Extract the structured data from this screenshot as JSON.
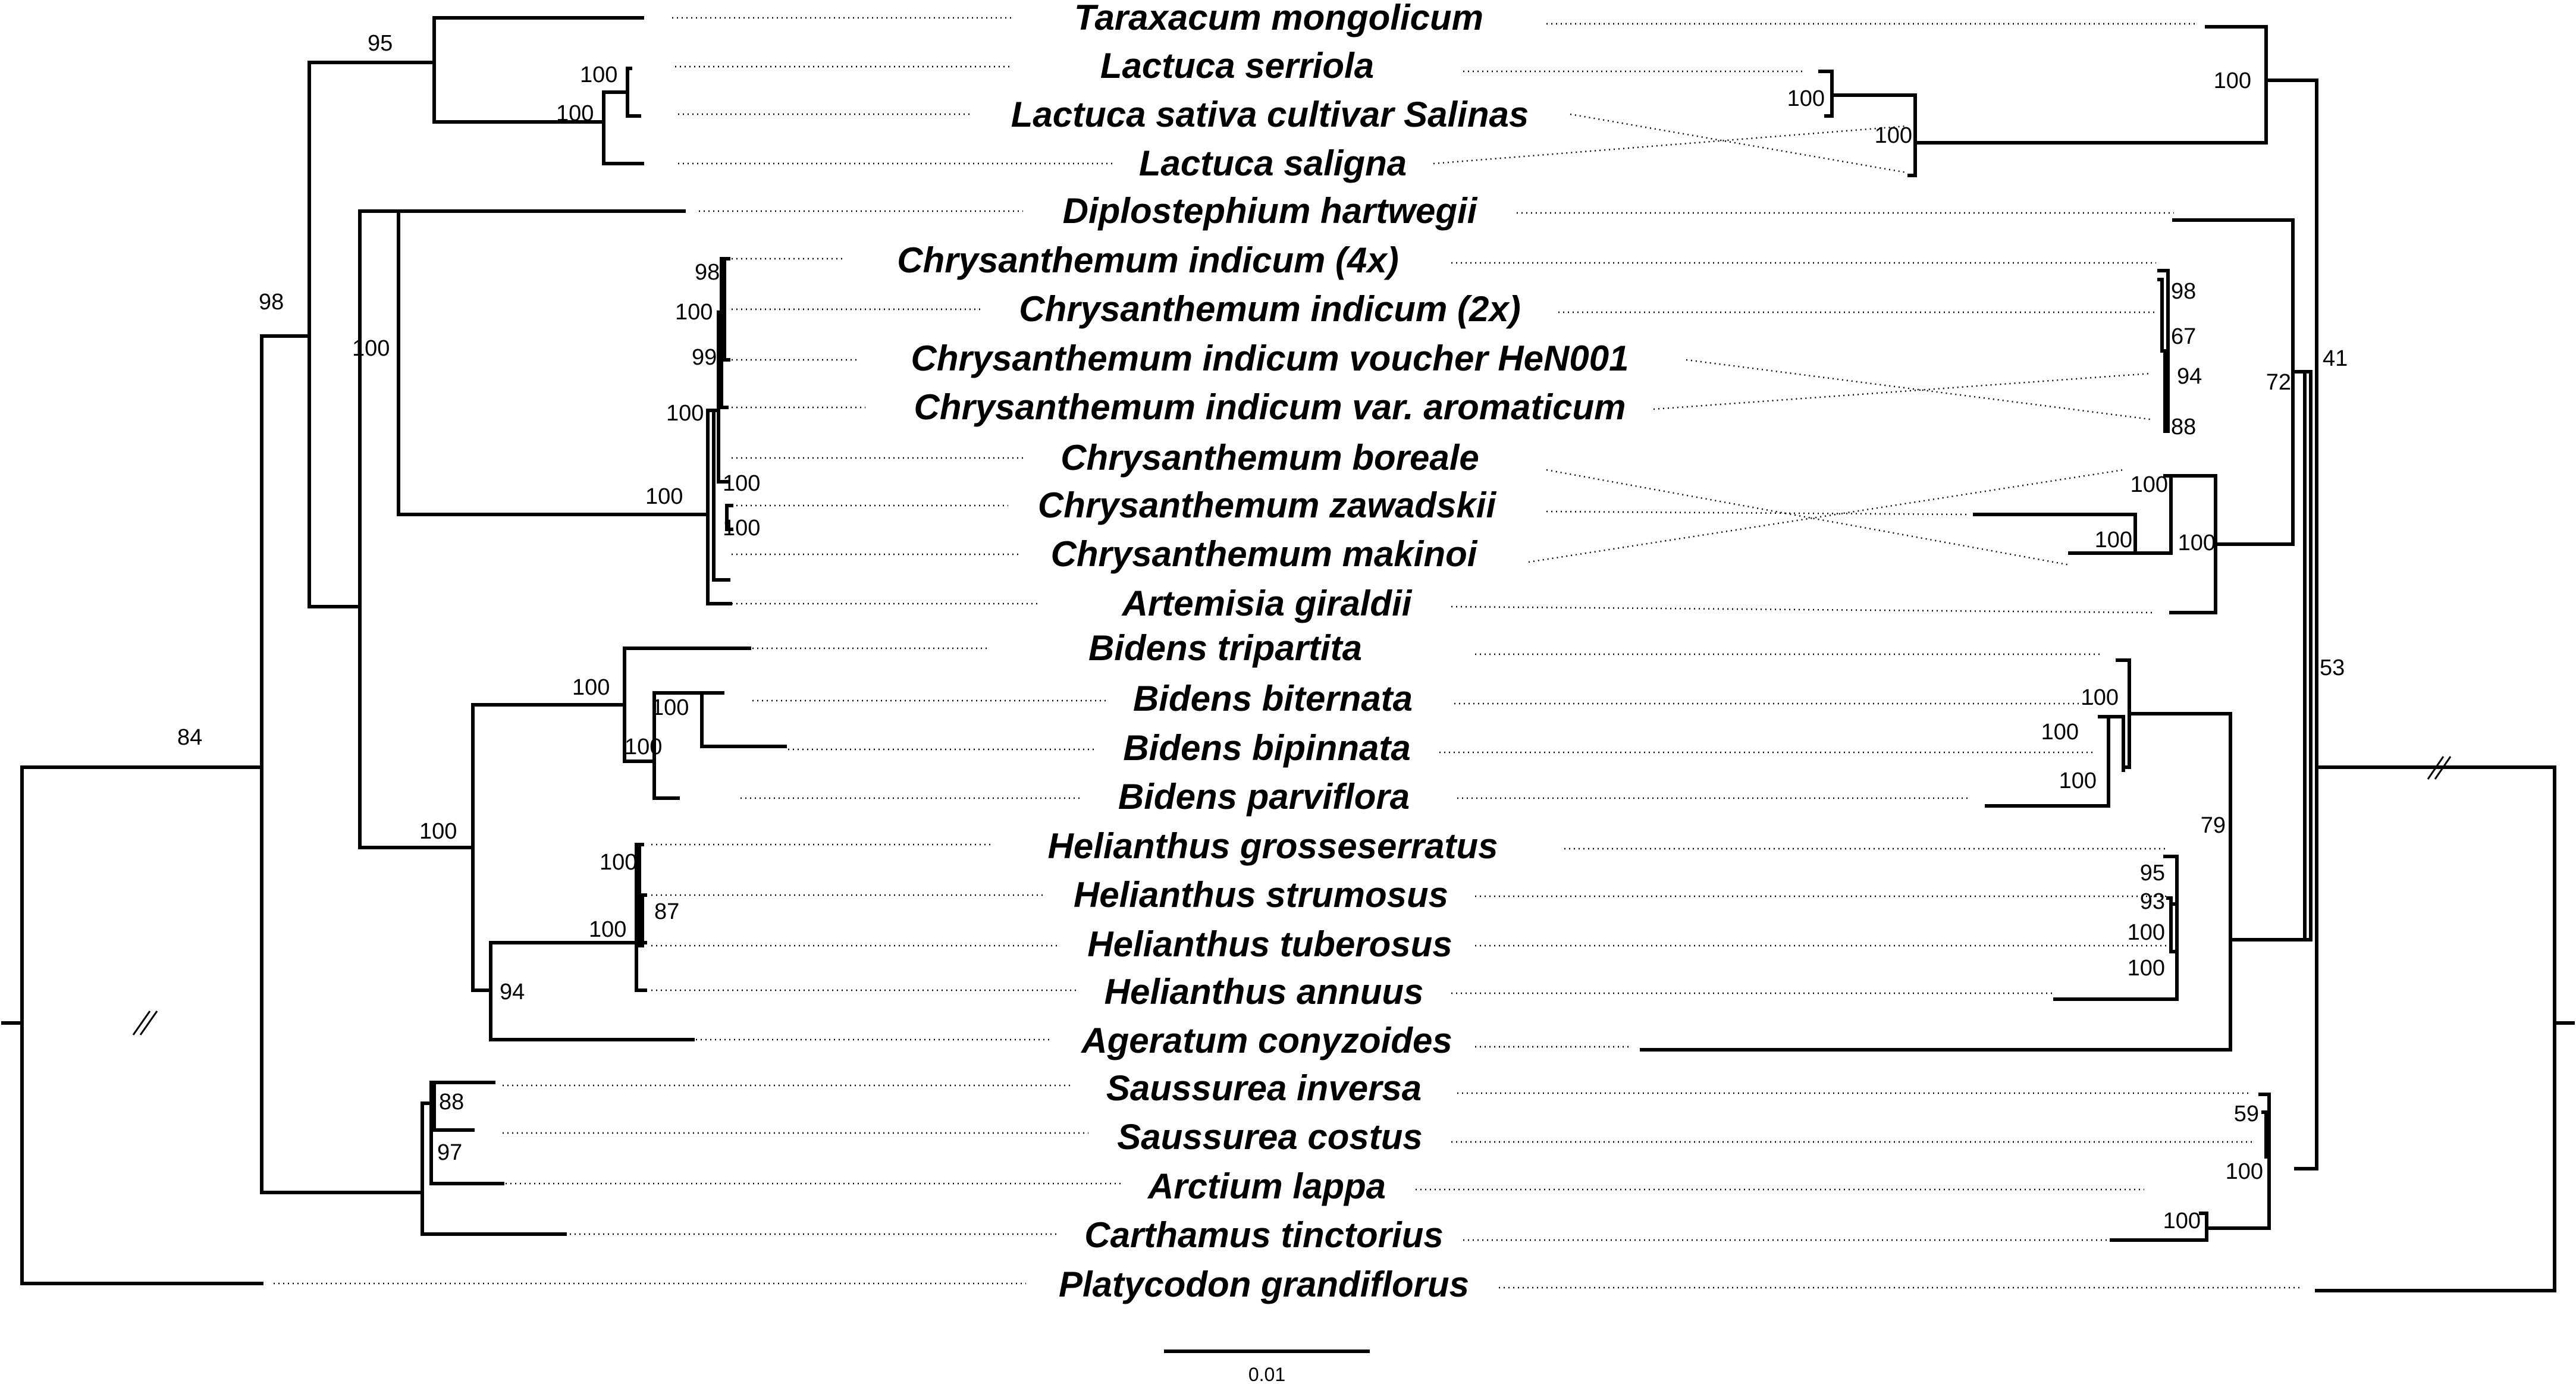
{
  "taxa": [
    "Taraxacum mongolicum",
    "Lactuca serriola",
    "Lactuca sativa cultivar Salinas",
    "Lactuca saligna",
    "Diplostephium hartwegii",
    "Chrysanthemum indicum (4x)",
    "Chrysanthemum indicum (2x)",
    "Chrysanthemum indicum voucher HeN001",
    "Chrysanthemum indicum var. aromaticum",
    "Chrysanthemum boreale",
    "Chrysanthemum zawadskii",
    "Chrysanthemum makinoi",
    "Artemisia giraldii",
    "Bidens tripartita",
    "Bidens biternata",
    "Bidens bipinnata",
    "Bidens parviflora",
    "Helianthus grosseserratus",
    "Helianthus strumosus",
    "Helianthus tuberosus",
    "Helianthus annuus",
    "Ageratum conyzoides",
    "Saussurea inversa",
    "Saussurea costus",
    "Arctium lappa",
    "Carthamus tinctorius",
    "Platycodon grandiflorus"
  ],
  "left_support": [
    "95",
    "100",
    "100",
    "98",
    "100",
    "98",
    "100",
    "99",
    "100",
    "100",
    "100",
    "100",
    "100",
    "100",
    "100",
    "100",
    "100",
    "87",
    "100",
    "84",
    "94",
    "88",
    "97"
  ],
  "right_support": [
    "100",
    "100",
    "100",
    "98",
    "67",
    "94",
    "88",
    "100",
    "100",
    "100",
    "72",
    "41",
    "53",
    "100",
    "100",
    "100",
    "79",
    "95",
    "93",
    "100",
    "100",
    "59",
    "100",
    "100"
  ],
  "scale": {
    "label": "0.01"
  }
}
